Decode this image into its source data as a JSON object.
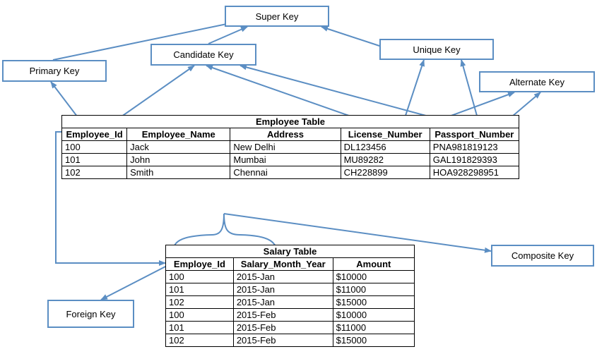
{
  "keys": {
    "super_key": "Super Key",
    "candidate_key": "Candidate Key",
    "primary_key": "Primary Key",
    "unique_key": "Unique Key",
    "alternate_key": "Alternate Key",
    "composite_key": "Composite Key",
    "foreign_key": "Foreign Key"
  },
  "employee_table": {
    "title": "Employee Table",
    "headers": [
      "Employee_Id",
      "Employee_Name",
      "Address",
      "License_Number",
      "Passport_Number"
    ],
    "rows": [
      [
        "100",
        "Jack",
        "New Delhi",
        "DL123456",
        "PNA981819123"
      ],
      [
        "101",
        "John",
        "Mumbai",
        "MU89282",
        "GAL191829393"
      ],
      [
        "102",
        "Smith",
        "Chennai",
        "CH228899",
        "HOA928298951"
      ]
    ]
  },
  "salary_table": {
    "title": "Salary Table",
    "headers": [
      "Employe_Id",
      "Salary_Month_Year",
      "Amount"
    ],
    "rows": [
      [
        "100",
        "2015-Jan",
        "$10000"
      ],
      [
        "101",
        "2015-Jan",
        "$11000"
      ],
      [
        "102",
        "2015-Jan",
        "$15000"
      ],
      [
        "100",
        "2015-Feb",
        "$10000"
      ],
      [
        "101",
        "2015-Feb",
        "$11000"
      ],
      [
        "102",
        "2015-Feb",
        "$15000"
      ]
    ]
  },
  "colors": {
    "connector": "#5b8ec3",
    "box_border": "#5b8ec3"
  }
}
